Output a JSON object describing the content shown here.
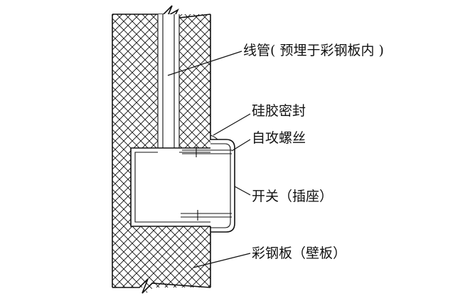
{
  "diagram": {
    "labels": {
      "conduit": "线管( 预埋于彩钢板内 )",
      "sealant": "硅胶密封",
      "screw": "自攻螺丝",
      "switch": "开关（插座）",
      "panel": "彩钢板（壁板）"
    },
    "colors": {
      "line": "#111111",
      "background": "#ffffff",
      "cavity": "#ffffff"
    }
  }
}
